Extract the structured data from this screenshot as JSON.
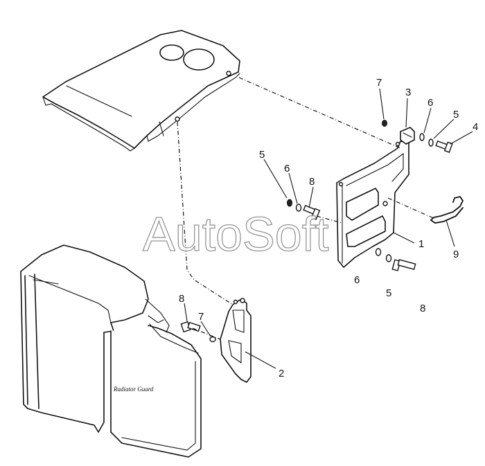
{
  "watermark": "AutoSoft",
  "panel_label": "Radiator Guard",
  "callouts": {
    "c1": "1",
    "c2": "2",
    "c3": "3",
    "c4": "4",
    "c5_top": "5",
    "c5_left": "5",
    "c5_bottom": "5",
    "c6_top": "6",
    "c6_left": "6",
    "c6_bottom": "6",
    "c7_top": "7",
    "c7_bottom": "7",
    "c8_top": "8",
    "c8_left": "8",
    "c8_bottom": "8",
    "c9": "9"
  }
}
